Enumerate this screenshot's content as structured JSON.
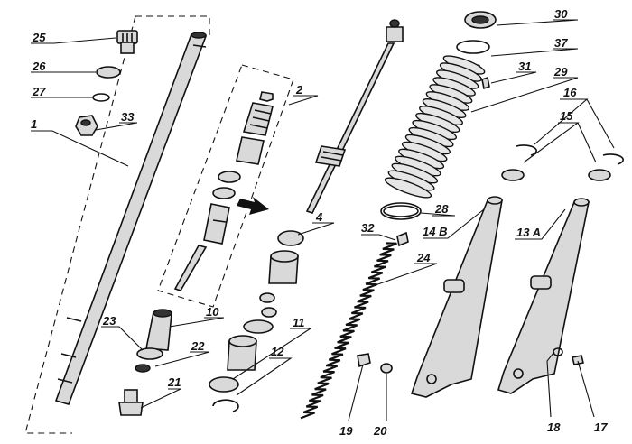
{
  "callouts": [
    {
      "id": "l1",
      "text": "1"
    },
    {
      "id": "l2",
      "text": "2"
    },
    {
      "id": "l4",
      "text": "4"
    },
    {
      "id": "l10",
      "text": "10"
    },
    {
      "id": "l11",
      "text": "11"
    },
    {
      "id": "l12",
      "text": "12"
    },
    {
      "id": "l13a",
      "text": "13 A"
    },
    {
      "id": "l14b",
      "text": "14 B"
    },
    {
      "id": "l15",
      "text": "15"
    },
    {
      "id": "l16",
      "text": "16"
    },
    {
      "id": "l17",
      "text": "17"
    },
    {
      "id": "l18",
      "text": "18"
    },
    {
      "id": "l19",
      "text": "19"
    },
    {
      "id": "l20",
      "text": "20"
    },
    {
      "id": "l21",
      "text": "21"
    },
    {
      "id": "l22",
      "text": "22"
    },
    {
      "id": "l23",
      "text": "23"
    },
    {
      "id": "l24",
      "text": "24"
    },
    {
      "id": "l25",
      "text": "25"
    },
    {
      "id": "l26",
      "text": "26"
    },
    {
      "id": "l27",
      "text": "27"
    },
    {
      "id": "l28",
      "text": "28"
    },
    {
      "id": "l29",
      "text": "29"
    },
    {
      "id": "l30",
      "text": "30"
    },
    {
      "id": "l31",
      "text": "31"
    },
    {
      "id": "l32",
      "text": "32"
    },
    {
      "id": "l33",
      "text": "33"
    },
    {
      "id": "l37",
      "text": "37"
    }
  ]
}
